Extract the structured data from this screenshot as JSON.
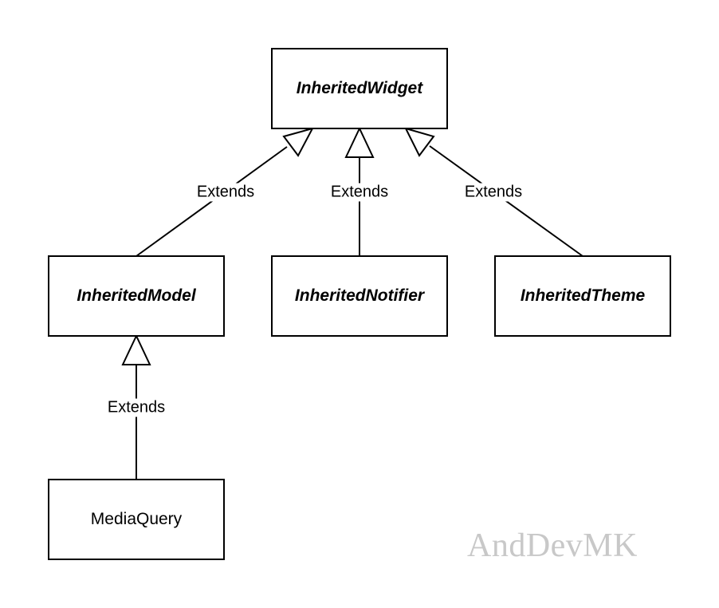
{
  "diagram": {
    "classes": [
      {
        "id": "inherited-widget",
        "label": "InheritedWidget",
        "abstract": true
      },
      {
        "id": "inherited-model",
        "label": "InheritedModel",
        "abstract": true
      },
      {
        "id": "inherited-notifier",
        "label": "InheritedNotifier",
        "abstract": true
      },
      {
        "id": "inherited-theme",
        "label": "InheritedTheme",
        "abstract": true
      },
      {
        "id": "media-query",
        "label": "MediaQuery",
        "abstract": false
      }
    ],
    "relations": [
      {
        "from": "inherited-model",
        "to": "inherited-widget",
        "label": "Extends"
      },
      {
        "from": "inherited-notifier",
        "to": "inherited-widget",
        "label": "Extends"
      },
      {
        "from": "inherited-theme",
        "to": "inherited-widget",
        "label": "Extends"
      },
      {
        "from": "media-query",
        "to": "inherited-model",
        "label": "Extends"
      }
    ],
    "line_color": "#000000",
    "arrowhead": "hollow-triangle"
  },
  "watermark": {
    "text": "AndDevMK",
    "color": "#c8c8c8"
  }
}
